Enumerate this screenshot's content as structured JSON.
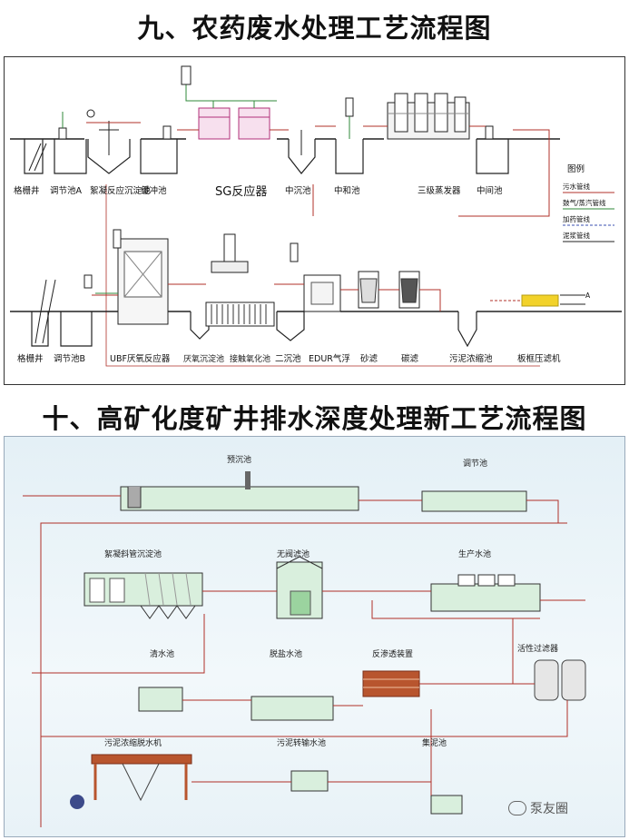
{
  "headings": {
    "h1": "九、农药废水处理工艺流程图",
    "h2": "十、高矿化度矿井排水深度处理新工艺流程图"
  },
  "diagram1": {
    "row1_labels": [
      "格栅井",
      "调节池A",
      "絮凝反应沉淀池",
      "缓冲池",
      "SG反应器",
      "中沉池",
      "中和池",
      "三级蒸发器",
      "中间池"
    ],
    "row2_labels": [
      "格栅井",
      "调节池B",
      "UBF厌氧反应器",
      "厌氧沉淀池",
      "接触氧化池",
      "二沉池",
      "EDUR气浮",
      "砂滤",
      "碳滤",
      "污泥浓缩池",
      "板框压滤机"
    ],
    "legend": {
      "title": "图例",
      "items": [
        "污水管线",
        "鼓气/蒸汽管线",
        "加药管线",
        "泥浆管线"
      ]
    }
  },
  "diagram2": {
    "labels": [
      "预沉池",
      "调节池",
      "絮凝斜管沉淀池",
      "无阀滤池",
      "生产水池",
      "清水池",
      "脱盐水池",
      "反渗透装置",
      "活性过滤器",
      "污泥浓缩脱水机",
      "污泥转输水池",
      "集泥池"
    ]
  },
  "colors": {
    "pipe_red": "#b03028",
    "pipe_green": "#2f8a3a",
    "pipe_blue": "#3a4fb0",
    "ground": "#222222",
    "tank_fill": "#ccebc8",
    "rust": "#b8552e",
    "yellow": "#f2d22a"
  },
  "watermark": {
    "text": "泵友圈",
    "icon": "wechat-icon"
  }
}
